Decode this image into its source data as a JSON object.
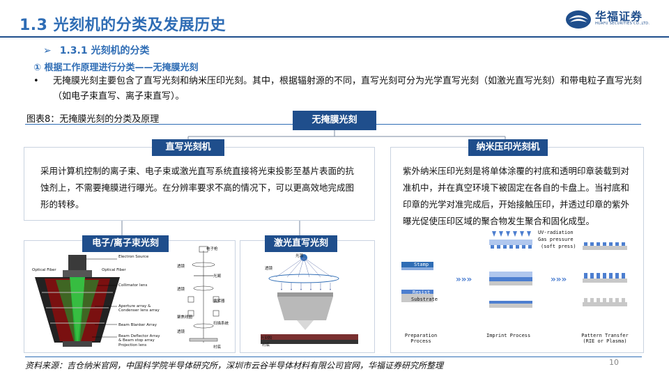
{
  "header": {
    "title": "1.3 光刻机的分类及发展历史",
    "logo_name": "华福证券",
    "logo_sub": "HUAFU SECURITIES CO.,LTD."
  },
  "section": {
    "arrow": "➢",
    "title": "1.3.1  光刻机的分类",
    "subtitle": "①  根据工作原理进行分类——无掩膜光刻",
    "bullet": "•",
    "text": "无掩膜光刻主要包含了直写光刻和纳米压印光刻。其中，根据辐射源的不同，直写光刻可分为光学直写光刻（如激光直写光刻）和带电粒子直写光刻（如电子束直写、离子束直写）。"
  },
  "figure": {
    "caption": "图表8：无掩膜光刻的分类及原理",
    "root": "无掩膜光刻",
    "direct": {
      "label": "直写光刻机",
      "desc": "采用计算机控制的离子束、电子束或激光直写系统直接将光束投影至基片表面的抗蚀剂上，不需要掩膜进行曝光。在分辨率要求不高的情况下，可以更高效地完成图形的转移。",
      "ebeam_label": "电子/离子束光刻",
      "laser_label": "激光直写光刻"
    },
    "nano": {
      "label": "纳米压印光刻机",
      "desc": "紫外纳米压印光刻是将单体涂覆的衬底和透明印章装载到对准机中，并在真空环境下被固定在各自的卡盘上。当衬底和印章的光学对准完成后，开始接触压印，并透过印章的紫外曝光促使压印区域的聚合物发生聚合和固化成型。"
    },
    "ebeam_diagram": {
      "electron_source": "Electron Source",
      "optical_fiber_left": "Optical Fiber",
      "optical_fiber_right": "Optical Fiber",
      "collimator": "Collimator lens",
      "aperture": "Aperture array & Condenser lens array",
      "blanker": "Beam Blanker Array",
      "deflector": "Beam Deflector Array & Beam stop array",
      "projection": "Projection lens",
      "schematic_top": "电子枪",
      "schematic_labels": [
        "透镜",
        "光阑",
        "透镜",
        "偏转器",
        "聚焦线圈",
        "扫描系统",
        "透镜",
        "衬底"
      ]
    },
    "laser_diagram": {
      "source": "光源",
      "lens": "透镜",
      "resist": "光刻胶",
      "substrate": "衬底"
    },
    "nano_diagram": {
      "uv": "UV-radiation",
      "gas": "Gas pressure",
      "soft": "(soft press)",
      "stamp": "Stamp",
      "resist": "Resist",
      "substrate": "Substrate",
      "arrows": "»»»",
      "step1": "Preparation Process",
      "step2": "Imprint Process",
      "step3": "Pattern Transfer (RIE or Plasma)"
    }
  },
  "footer": {
    "source": "资料来源：吉仓纳米官网，中国科学院半导体研究所，深圳市云谷半导体材料有限公司官网，华福证券研究所整理",
    "page": "10"
  },
  "colors": {
    "brand": "#1f4e8c",
    "accent": "#2f6db5"
  }
}
